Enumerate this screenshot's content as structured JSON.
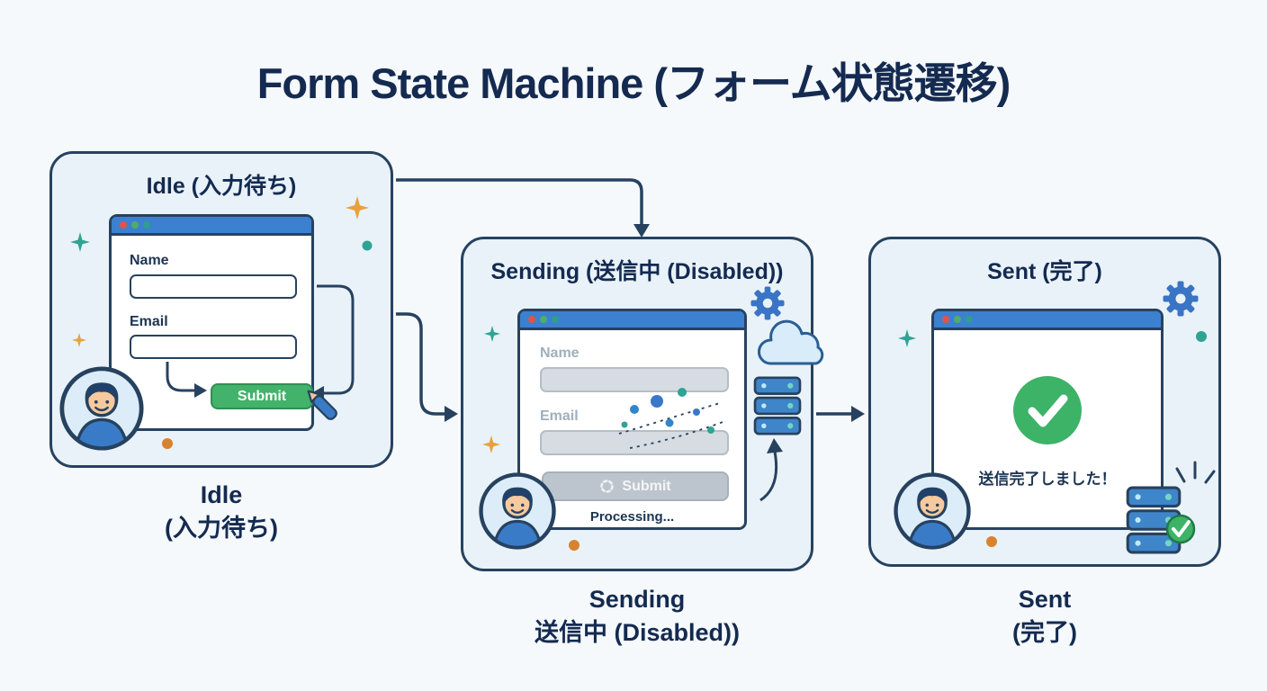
{
  "title": "Form State Machine (フォーム状態遷移)",
  "states": {
    "idle": {
      "card_title": "Idle (入力待ち)",
      "caption": [
        "Idle",
        "(入力待ち)"
      ],
      "form": {
        "name_label": "Name",
        "name_value": "",
        "email_label": "Email",
        "email_value": "",
        "submit_label": "Submit"
      }
    },
    "sending": {
      "card_title": "Sending (送信中 (Disabled))",
      "caption": [
        "Sending",
        "送信中 (Disabled))"
      ],
      "form": {
        "name_label": "Name",
        "name_value": "",
        "email_label": "Email",
        "email_value": "",
        "submit_label": "Submit",
        "status_label": "Processing..."
      }
    },
    "sent": {
      "card_title": "Sent (完了)",
      "caption": [
        "Sent",
        "(完了)"
      ],
      "message": "送信完了しました！"
    }
  },
  "icons": {
    "gear": "gear-icon",
    "cloud": "cloud-icon",
    "server_stack": "server-stack-icon",
    "spinner": "spinner-icon",
    "success_check": "success-check-icon",
    "sparkle": "sparkle-icon",
    "pen": "pen-icon",
    "avatar": "user-avatar"
  },
  "colors": {
    "background": "#f5f9fb",
    "navy": "#27425f",
    "card_bg": "#e9f2f9",
    "titlebar_blue": "#3c80d0",
    "submit_green": "#43b26a",
    "disabled_gray": "#bcc5cd",
    "success_green": "#3db368",
    "accent_orange": "#d9822e",
    "accent_teal": "#2fa394"
  }
}
